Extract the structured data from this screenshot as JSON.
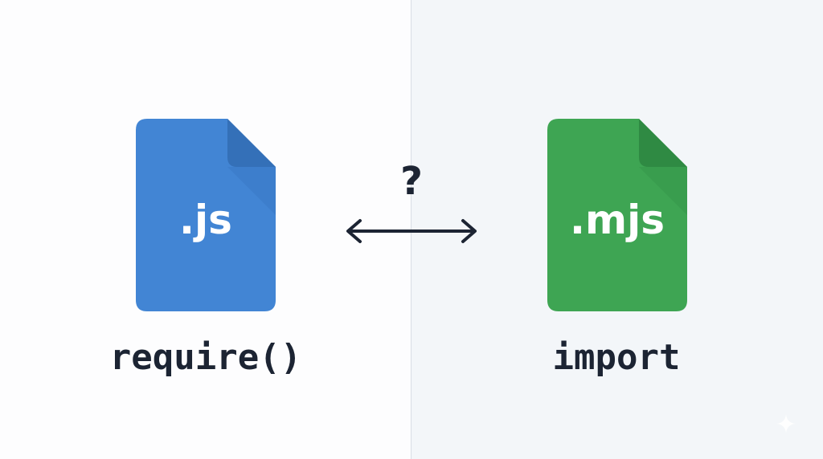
{
  "left_file": {
    "extension": ".js",
    "caption": "require()",
    "color": "#4285d4",
    "fold_color": "#3470b8"
  },
  "right_file": {
    "extension": ".mjs",
    "caption": "import",
    "color": "#3ea553",
    "fold_color": "#2f8a43"
  },
  "connector": {
    "symbol": "?",
    "arrow_icon": "double-headed-arrow"
  },
  "colors": {
    "text": "#1c2433",
    "left_bg": "#fdfdfe",
    "right_bg": "#f3f6f9"
  }
}
